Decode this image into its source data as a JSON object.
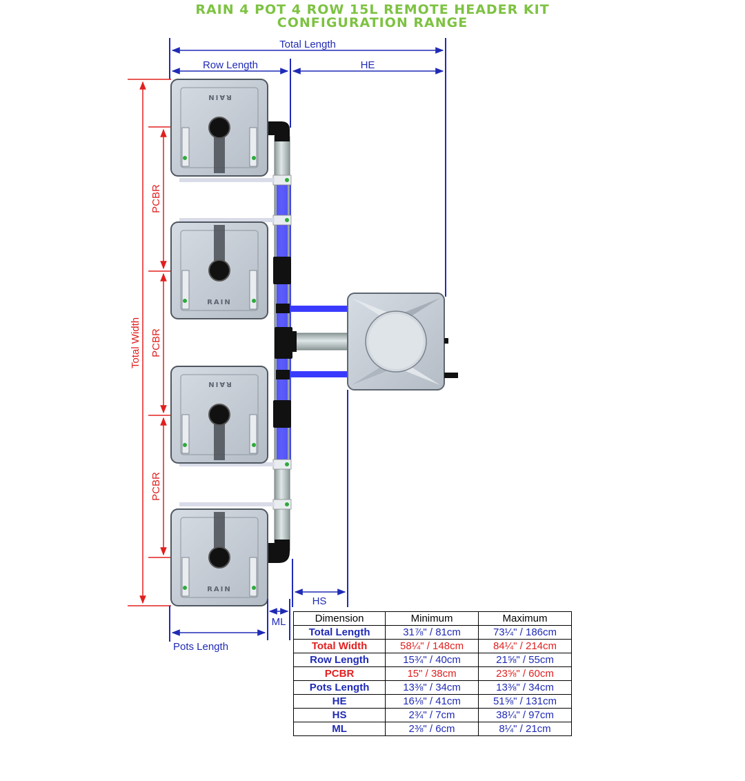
{
  "title": {
    "line1": "RAIN 4 POT 4 ROW 15L REMOTE HEADER KIT",
    "line2": "CONFIGURATION RANGE"
  },
  "colors": {
    "title_green": "#7dc242",
    "dimension_blue": "#1f2ab5",
    "dimension_red": "#e0201f",
    "pot_grey": "#c9d0d8",
    "pipe_grey": "#b9c4c4",
    "tube_blue": "#3a3aff"
  },
  "labels": {
    "total_length": "Total Length",
    "row_length": "Row Length",
    "he": "HE",
    "hs": "HS",
    "ml": "ML",
    "pots_length": "Pots Length",
    "total_width": "Total Width",
    "pcbr": "PCBR"
  },
  "pot_brand": "RAIN",
  "table": {
    "headers": [
      "Dimension",
      "Minimum",
      "Maximum"
    ],
    "rows": [
      {
        "name": "Total Length",
        "min": "31⅞\" / 81cm",
        "max": "73¼\" / 186cm",
        "color": "blue"
      },
      {
        "name": "Total Width",
        "min": "58¼\" / 148cm",
        "max": "84¼\" / 214cm",
        "color": "red"
      },
      {
        "name": "Row Length",
        "min": "15¾\" / 40cm",
        "max": "21⅝\" / 55cm",
        "color": "blue"
      },
      {
        "name": "PCBR",
        "min": "15\" / 38cm",
        "max": "23⅝\" / 60cm",
        "color": "red"
      },
      {
        "name": "Pots Length",
        "min": "13⅜\" / 34cm",
        "max": "13⅜\" / 34cm",
        "color": "blue"
      },
      {
        "name": "HE",
        "min": "16⅛\" / 41cm",
        "max": "51⅝\" / 131cm",
        "color": "blue"
      },
      {
        "name": "HS",
        "min": "2¾\" / 7cm",
        "max": "38¼\" / 97cm",
        "color": "blue"
      },
      {
        "name": "ML",
        "min": "2⅜\" / 6cm",
        "max": "8¼\" / 21cm",
        "color": "blue"
      }
    ]
  }
}
